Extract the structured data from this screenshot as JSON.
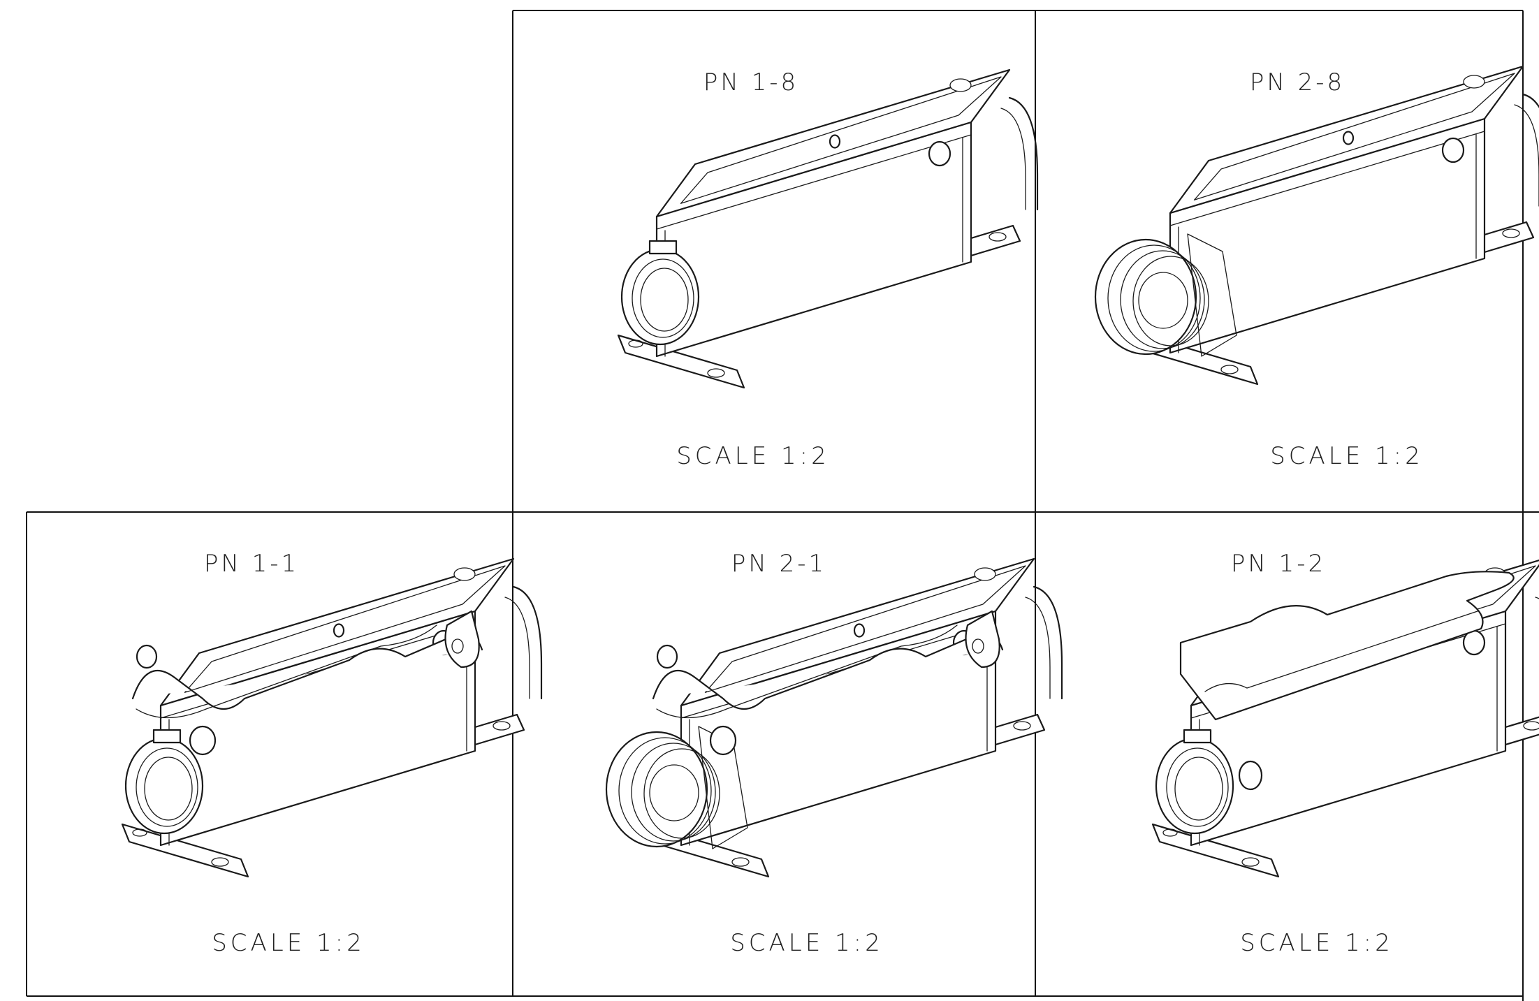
{
  "views": [
    {
      "id": "pn-1-8",
      "part": "PN 1-8",
      "scale": "SCALE 1:2",
      "variant": "plain-gland"
    },
    {
      "id": "pn-2-8",
      "part": "PN 2-8",
      "scale": "SCALE 1:2",
      "variant": "large-gland"
    },
    {
      "id": "pn-1-1",
      "part": "PN 1-1",
      "scale": "SCALE 1:2",
      "variant": "lever-gland"
    },
    {
      "id": "pn-2-1",
      "part": "PN 2-1",
      "scale": "SCALE 1:2",
      "variant": "lever-large-gland"
    },
    {
      "id": "pn-1-2",
      "part": "PN 1-2",
      "scale": "SCALE 1:2",
      "variant": "bracket-gland"
    }
  ]
}
